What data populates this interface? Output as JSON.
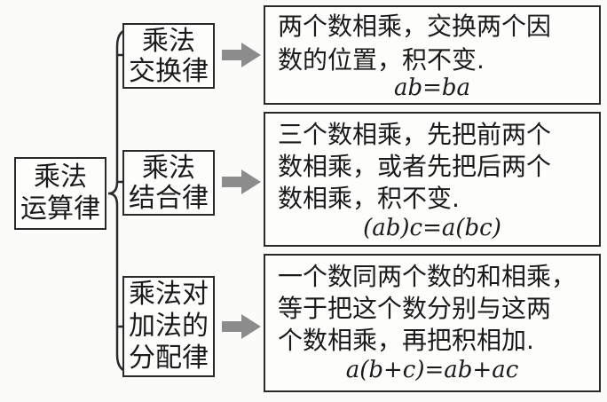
{
  "root": {
    "line1": "乘法",
    "line2": "运算律"
  },
  "laws": [
    {
      "name_lines": [
        "乘法",
        "交换律"
      ],
      "desc_lines": [
        "两个数相乘，交换两个因",
        "数的位置，积不变."
      ],
      "formula": "ab=ba"
    },
    {
      "name_lines": [
        "乘法",
        "结合律"
      ],
      "desc_lines": [
        "三个数相乘，先把前两个",
        "数相乘，或者先把后两个",
        "数相乘，积不变."
      ],
      "formula": "(ab)c=a(bc)"
    },
    {
      "name_lines": [
        "乘法对",
        "加法的",
        "分配律"
      ],
      "desc_lines": [
        "一个数同两个数的和相乘，",
        "等于把这个数分别与这两",
        "个数相乘，再把积相加."
      ],
      "formula": "a(b+c)=ab+ac"
    }
  ]
}
